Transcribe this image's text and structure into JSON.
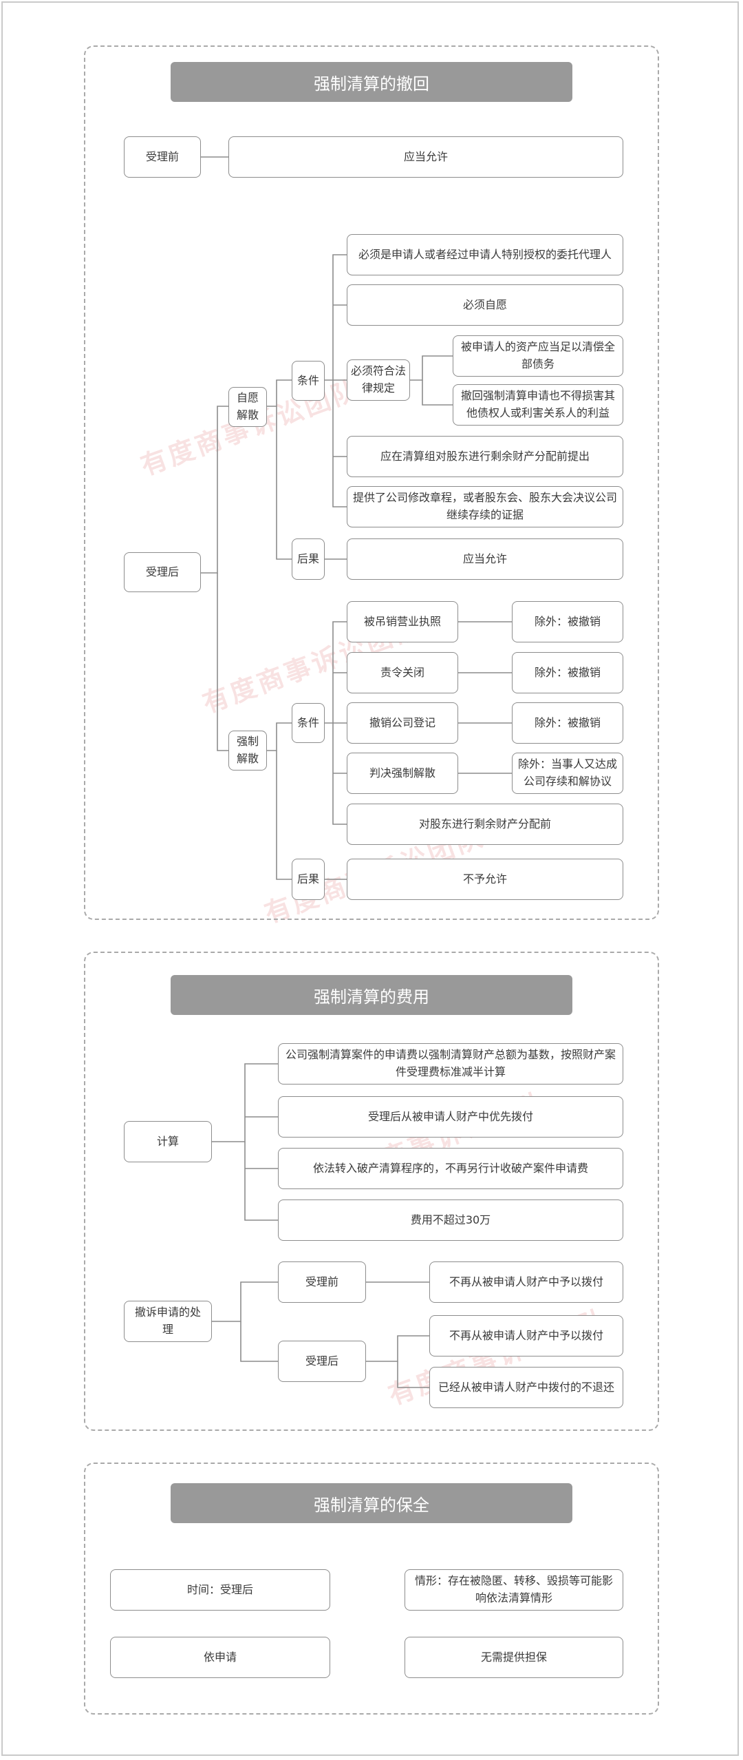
{
  "watermark": "有度商事诉讼团队",
  "section1": {
    "title": "强制清算的撤回",
    "before": {
      "label": "受理前",
      "result": "应当允许"
    },
    "after": {
      "label": "受理后",
      "voluntary": {
        "label": "自愿解散",
        "cond_label": "条件",
        "cond1": "必须是申请人或者经过申请人特别授权的委托代理人",
        "cond2": "必须自愿",
        "cond3": "必须符合法律规定",
        "cond3a": "被申请人的资产应当足以清偿全部债务",
        "cond3b": "撤回强制清算申请也不得损害其他债权人或利害关系人的利益",
        "cond4": "应在清算组对股东进行剩余财产分配前提出",
        "cond5": "提供了公司修改章程，或者股东会、股东大会决议公司继续存续的证据",
        "res_label": "后果",
        "result": "应当允许"
      },
      "forced": {
        "label": "强制解散",
        "cond_label": "条件",
        "c1": "被吊销营业执照",
        "c1x": "除外：被撤销",
        "c2": "责令关闭",
        "c2x": "除外：被撤销",
        "c3": "撤销公司登记",
        "c3x": "除外：被撤销",
        "c4": "判决强制解散",
        "c4x": "除外：当事人又达成公司存续和解协议",
        "c5": "对股东进行剩余财产分配前",
        "res_label": "后果",
        "result": "不予允许"
      }
    }
  },
  "section2": {
    "title": "强制清算的费用",
    "calc": {
      "label": "计算",
      "i1": "公司强制清算案件的申请费以强制清算财产总额为基数，按照财产案件受理费标准减半计算",
      "i2": "受理后从被申请人财产中优先拨付",
      "i3": "依法转入破产清算程序的，不再另行计收破产案件申请费",
      "i4": "费用不超过30万"
    },
    "withdraw": {
      "label": "撤诉申请的处理",
      "before": "受理前",
      "before_r": "不再从被申请人财产中予以拨付",
      "after": "受理后",
      "after_r1": "不再从被申请人财产中予以拨付",
      "after_r2": "已经从被申请人财产中拨付的不退还"
    }
  },
  "section3": {
    "title": "强制清算的保全",
    "time": "时间：受理后",
    "situation": "情形：存在被隐匿、转移、毁损等可能影响依法清算情形",
    "apply": "依申请",
    "guarantee": "无需提供担保"
  }
}
